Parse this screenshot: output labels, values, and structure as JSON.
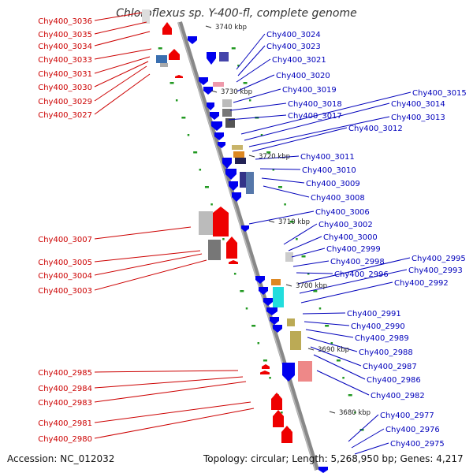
{
  "title": "Chloroflexus sp. Y-400-fl, complete genome",
  "footer": {
    "accession": "Accession: NC_012032",
    "summary": "Topology: circular; Length: 5,268,950 bp; Genes: 4,217"
  },
  "colors": {
    "left_labels": "#cc0000",
    "right_labels": "#0000bb",
    "forward_genes": "#ee0000",
    "reverse_genes": "#0000ee",
    "axis": "#888888",
    "dots": "#229922"
  },
  "scale_labels": [
    "3740 kbp",
    "3730 kbp",
    "3720 kbp",
    "3710 kbp",
    "3700 kbp",
    "3690 kbp",
    "3680 kbp"
  ],
  "left_genes": [
    "Chy400_3036",
    "Chy400_3035",
    "Chy400_3034",
    "Chy400_3033",
    "Chy400_3031",
    "Chy400_3030",
    "Chy400_3029",
    "Chy400_3027",
    "Chy400_3007",
    "Chy400_3005",
    "Chy400_3004",
    "Chy400_3003",
    "Chy400_2985",
    "Chy400_2984",
    "Chy400_2983",
    "Chy400_2981",
    "Chy400_2980"
  ],
  "right_genes": [
    "Chy400_3024",
    "Chy400_3023",
    "Chy400_3021",
    "Chy400_3020",
    "Chy400_3019",
    "Chy400_3018",
    "Chy400_3017",
    "Chy400_3015",
    "Chy400_3014",
    "Chy400_3013",
    "Chy400_3012",
    "Chy400_3011",
    "Chy400_3010",
    "Chy400_3009",
    "Chy400_3008",
    "Chy400_3006",
    "Chy400_3002",
    "Chy400_3000",
    "Chy400_2999",
    "Chy400_2998",
    "Chy400_2996",
    "Chy400_2995",
    "Chy400_2993",
    "Chy400_2992",
    "Chy400_2991",
    "Chy400_2990",
    "Chy400_2989",
    "Chy400_2988",
    "Chy400_2987",
    "Chy400_2986",
    "Chy400_2982",
    "Chy400_2977",
    "Chy400_2976",
    "Chy400_2975"
  ]
}
